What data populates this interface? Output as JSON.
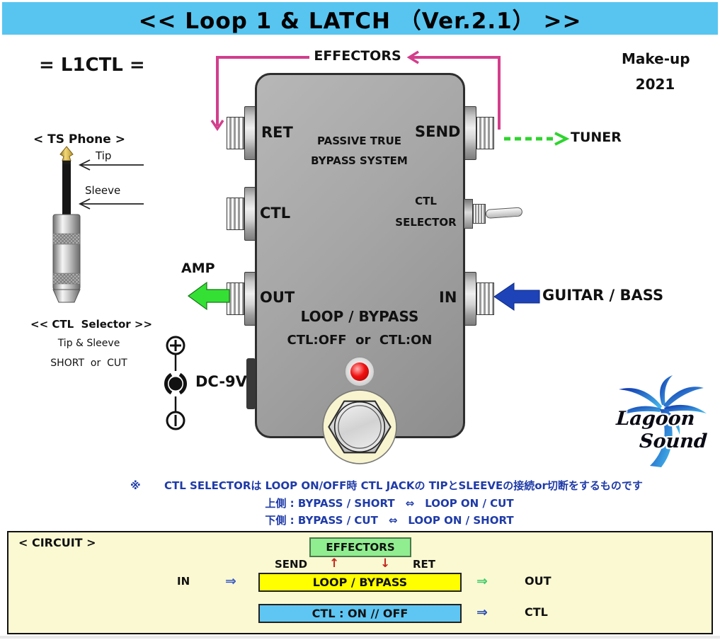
{
  "title_bar": {
    "text": "<< Loop 1 & LATCH （Ver.2.1） >>",
    "bg": "#58C5F0"
  },
  "header": {
    "model": "= L1CTL =",
    "makeup": "Make-up",
    "year": "2021"
  },
  "ts_phone": {
    "heading": "< TS Phone >",
    "tip_label": "Tip",
    "sleeve_label": "Sleeve"
  },
  "ctl_selector_note": {
    "heading": "<< CTL  Selector >>",
    "line1": "Tip & Sleeve",
    "line2": "SHORT  or  CUT"
  },
  "power": {
    "label": "DC-9V"
  },
  "pedal": {
    "jack_ret": "RET",
    "jack_send": "SEND",
    "jack_ctl": "CTL",
    "jack_out": "OUT",
    "jack_in": "IN",
    "passive1": "PASSIVE TRUE",
    "passive2": "BYPASS SYSTEM",
    "selector1": "CTL",
    "selector2": "SELECTOR",
    "loop_bypass": "LOOP / BYPASS",
    "ctl_states": "CTL:OFF  or  CTL:ON"
  },
  "connections": {
    "effectors": "EFFECTORS",
    "tuner": "TUNER",
    "amp": "AMP",
    "guitar_bass": "GUITAR / BASS"
  },
  "notes": {
    "marker": "※",
    "line1": "CTL SELECTORは LOOP ON/OFF時 CTL JACKの TIPとSLEEVEの接続or切断をするものです",
    "line2": "上側 : BYPASS / SHORT　⇔　LOOP ON / CUT",
    "line3": "下側 : BYPASS / CUT　⇔　LOOP ON / SHORT"
  },
  "circuit": {
    "heading": "< CIRCUIT >",
    "effectors": "EFFECTORS",
    "send": "SEND",
    "ret": "RET",
    "up": "↑",
    "down": "↓",
    "in": "IN",
    "out": "OUT",
    "ctl": "CTL",
    "loop_box": "LOOP / BYPASS",
    "ctl_box": "CTL : ON // OFF",
    "arrow_in": "⇒",
    "arrow_out": "⇒",
    "arrow_ctl": "⇒"
  },
  "logo": {
    "word1": "Lagoon",
    "word2": "Sound"
  },
  "colors": {
    "title_bg": "#58C5F0",
    "accent_pink": "#D33E8C",
    "accent_green": "#2FD42F",
    "accent_blue": "#1E43B8",
    "note_blue": "#1F3BA8",
    "panel_bg": "#FAF9D2",
    "box_green": "#90EE90",
    "box_yellow": "#FFFF00",
    "box_blue": "#5FC6F3",
    "led_red": "#EE1111"
  }
}
